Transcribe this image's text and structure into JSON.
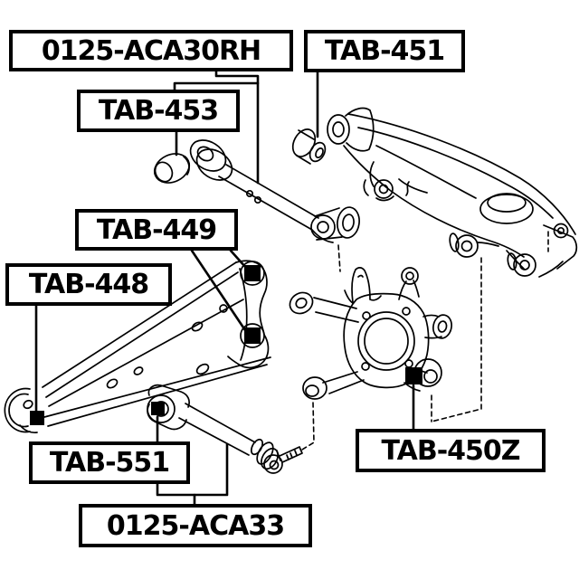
{
  "diagram": {
    "background": "#ffffff",
    "ink": "#000000",
    "marker_color": "#000000",
    "callouts": {
      "aca30rh": {
        "text": "0125-ACA30RH",
        "target": "rear-upper-control-arm"
      },
      "tab451": {
        "text": "TAB-451",
        "target": "arm-front-bushing"
      },
      "tab453": {
        "text": "TAB-453",
        "target": "upper-arm-small-bushing"
      },
      "tab449": {
        "text": "TAB-449",
        "target": "trailing-arm-bracket-bushings",
        "markers": 2
      },
      "tab448": {
        "text": "TAB-448",
        "target": "trailing-arm-front-bushing"
      },
      "tab551": {
        "text": "TAB-551",
        "target": "lateral-rod-bushing"
      },
      "tab450z": {
        "text": "TAB-450Z",
        "target": "knuckle-lower-bushing"
      },
      "aca33": {
        "text": "0125-ACA33",
        "target": "rear-lateral-rod"
      }
    },
    "parts": [
      "rear-spring-lower-arm",
      "rear-upper-control-arm",
      "axle-knuckle",
      "trailing-arm",
      "lateral-control-rod",
      "arm-bushing",
      "small-bushing"
    ]
  }
}
